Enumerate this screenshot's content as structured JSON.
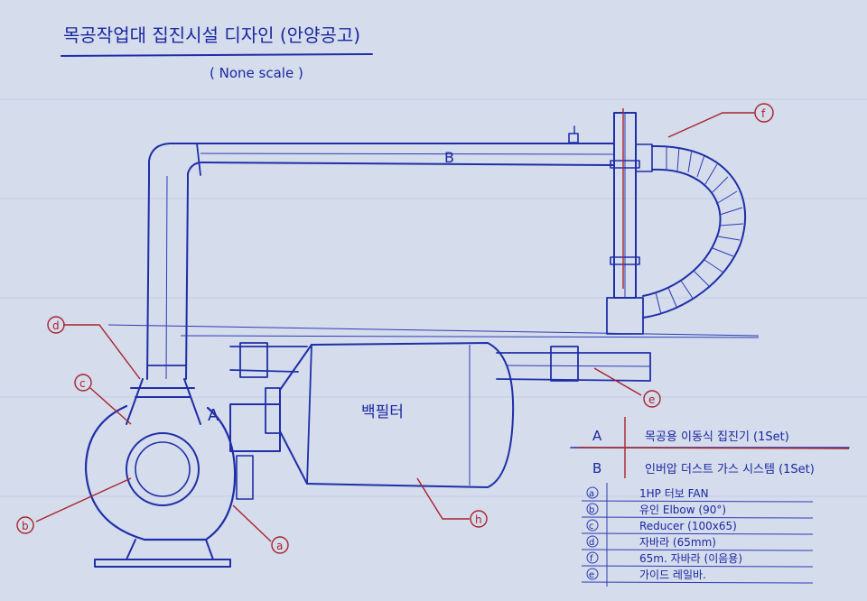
{
  "title": "목공작업대 집진시설 디자인 (안양공고)",
  "subtitle": "( None scale )",
  "labels": {
    "pipe_b": "B",
    "collector_a": "A",
    "collector_body": "백필터"
  },
  "callouts": {
    "a": "a",
    "b": "b",
    "c": "c",
    "d": "d",
    "e": "e",
    "f": "f",
    "h": "h"
  },
  "legend": [
    {
      "key": "A",
      "text": "목공용 이동식 집진기 (1Set)"
    },
    {
      "key": "B",
      "text": "인버압 더스트 가스 시스템 (1Set)"
    }
  ],
  "parts": [
    {
      "key": "a",
      "text": "1HP 터보 FAN"
    },
    {
      "key": "b",
      "text": "유인 Elbow (90°)"
    },
    {
      "key": "c",
      "text": "Reducer (100x65)"
    },
    {
      "key": "d",
      "text": "자바라 (65mm)"
    },
    {
      "key": "f",
      "text": "65m. 자바라 (이음용)"
    },
    {
      "key": "e",
      "text": "가이드 레일바."
    }
  ],
  "colors": {
    "paper": "#d5dcec",
    "ink": "#1f2fa8",
    "red_ink": "#a8242c"
  }
}
